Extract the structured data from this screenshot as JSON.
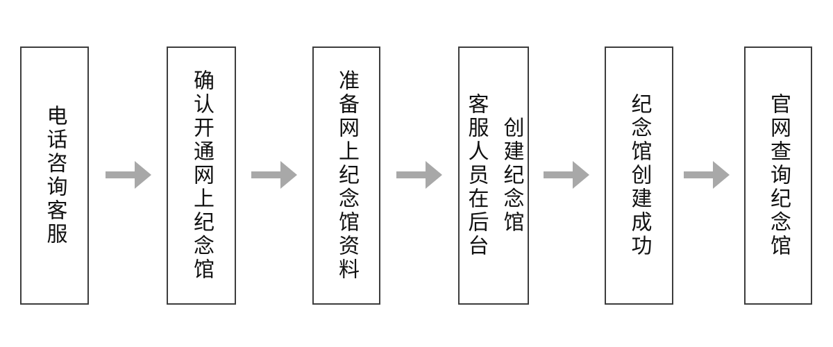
{
  "flowchart": {
    "type": "horizontal-process-flow",
    "steps": [
      {
        "label": "电话咨询客服",
        "columns": [
          "电话咨询客服"
        ]
      },
      {
        "label": "确认开通网上纪念馆",
        "columns": [
          "确认开通网上纪念馆"
        ]
      },
      {
        "label": "准备网上纪念馆资料",
        "columns": [
          "准备网上纪念馆资料"
        ]
      },
      {
        "label": "客服人员在后台创建纪念馆",
        "columns": [
          "客服人员在后台",
          "创建纪念馆"
        ]
      },
      {
        "label": "纪念馆创建成功",
        "columns": [
          "纪念馆创建成功"
        ]
      },
      {
        "label": "官网查询纪念馆",
        "columns": [
          "官网查询纪念馆"
        ]
      }
    ],
    "connector": "right-arrow"
  },
  "theme": {
    "arrow_color": "#a8a8a8",
    "box_border_color": "#3c3c3c",
    "text_color": "#111111",
    "background_color": "#ffffff"
  }
}
